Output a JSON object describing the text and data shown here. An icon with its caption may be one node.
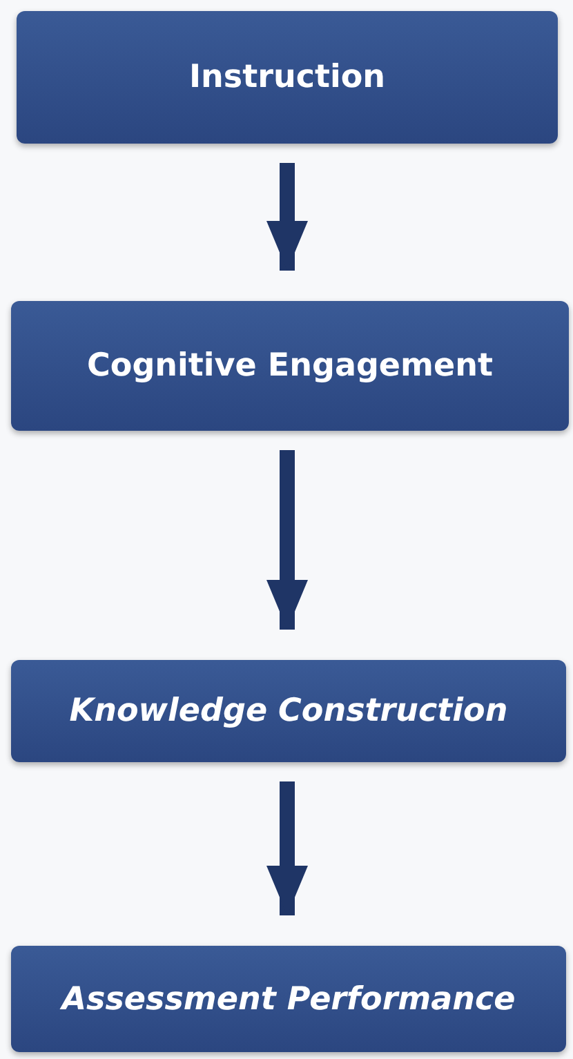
{
  "diagram": {
    "nodes": [
      {
        "text": [
          "Instruction"
        ]
      },
      {
        "text": [
          "Cognitive Engagement"
        ]
      },
      {
        "text": [
          "Knowledge Construction"
        ]
      },
      {
        "text": [
          "Assessment Performance"
        ]
      }
    ],
    "edges": [
      {
        "from": 0,
        "to": 1,
        "arrow": "to"
      },
      {
        "from": 1,
        "to": 2,
        "arrow": "to"
      },
      {
        "from": 2,
        "to": 3,
        "arrow": "to"
      }
    ]
  }
}
